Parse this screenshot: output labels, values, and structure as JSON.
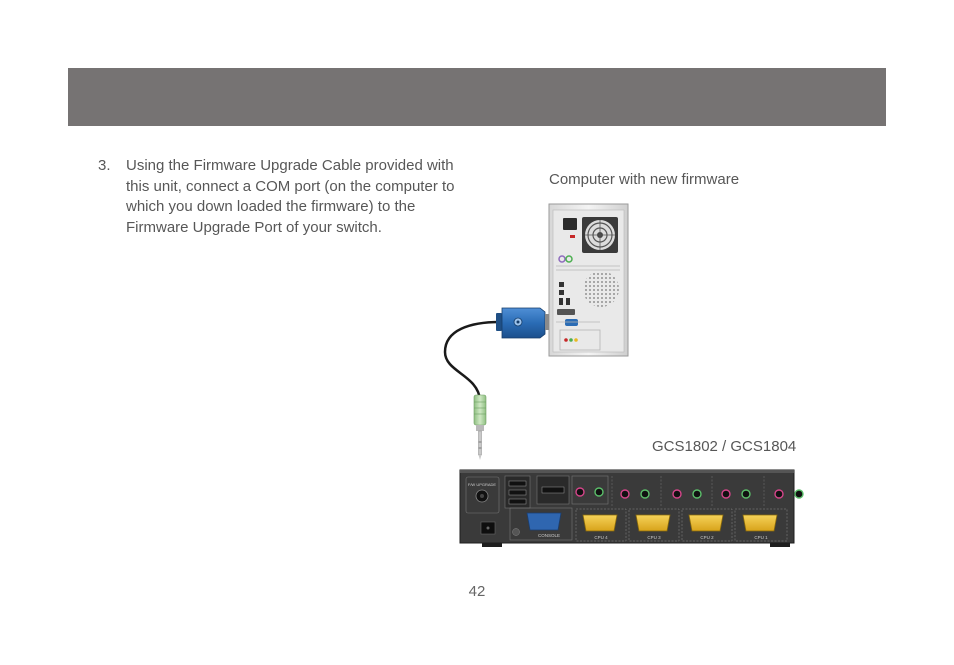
{
  "step": {
    "number": "3.",
    "text": "Using the Firmware Upgrade Cable provided with this unit, connect a COM port (on the computer to which you down loaded the firmware) to the Firmware Upgrade Port of your switch."
  },
  "captions": {
    "computer": "Computer with new firmware",
    "switch": "GCS1802 / GCS1804"
  },
  "switch_labels": {
    "fw_upgrade": "F/W UPGRADE",
    "console": "CONSOLE",
    "cpu_ports": [
      "CPU 4",
      "CPU 3",
      "CPU 2",
      "CPU 1"
    ]
  },
  "page_number": "42",
  "colors": {
    "header_band": "#767373",
    "cable_connector": "#2a6cb5",
    "audio_plug": "#a8cf9a",
    "vga_port": "#e8b923",
    "switch_body": "#3a3a3a"
  }
}
